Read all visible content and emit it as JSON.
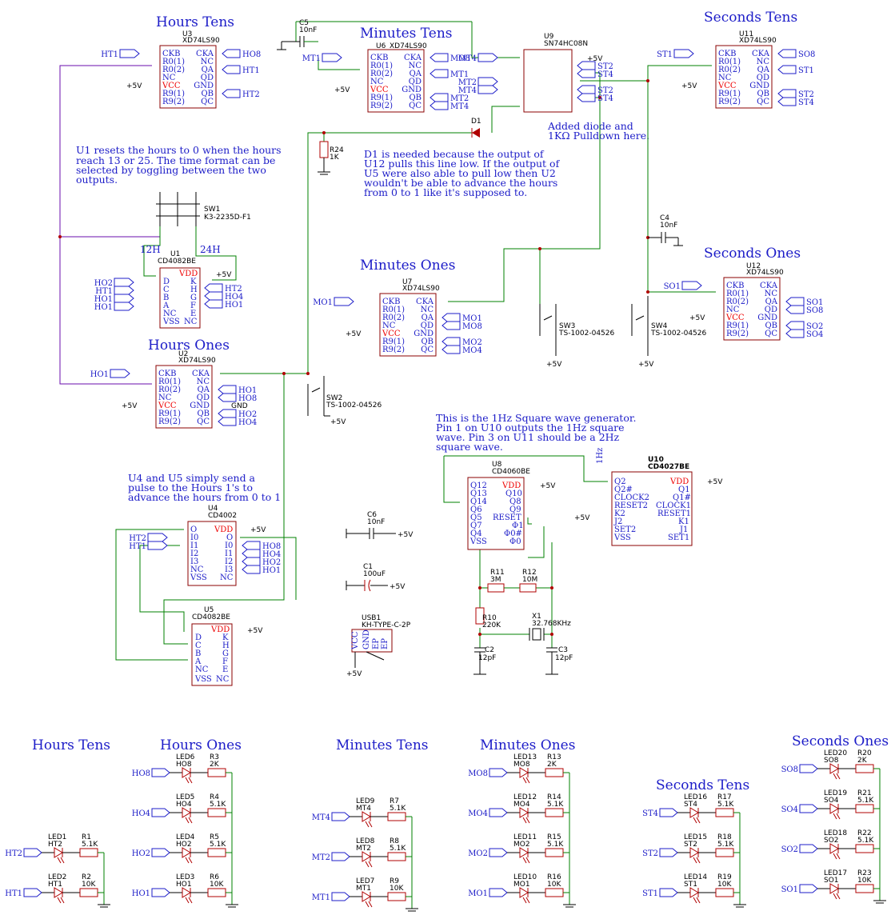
{
  "titles": {
    "hours_tens": "Hours Tens",
    "minutes_tens": "Minutes Tens",
    "seconds_tens": "Seconds Tens",
    "minutes_ones": "Minutes Ones",
    "seconds_ones": "Seconds Ones",
    "hours_ones": "Hours Ones"
  },
  "bottom_titles": {
    "hours_tens": "Hours Tens",
    "hours_ones": "Hours Ones",
    "minutes_tens": "Minutes Tens",
    "minutes_ones": "Minutes Ones",
    "seconds_tens": "Seconds Tens",
    "seconds_ones": "Seconds Ones"
  },
  "notes": {
    "u1_reset": [
      "U1 resets the hours to 0 when the hours",
      "reach 13 or 25. The time format can be",
      "selected by toggling between the two",
      "outputs."
    ],
    "d1_needed": [
      "D1 is needed because the output of",
      "U12 pulls this line low. If the output of",
      "U5 were also able to pull low then U2",
      "wouldn't be able to advance the hours",
      "from 0 to 1 like it's supposed to."
    ],
    "diode_added": [
      "Added diode and",
      "1KΩ Pulldown here."
    ],
    "u4_u5": [
      "U4 and U5 simply send a",
      "pulse to the Hours 1's to",
      "advance the hours from 0 to 1"
    ],
    "square_wave": [
      "This is the 1Hz Square wave generator.",
      "Pin 1 on U10 outputs the 1Hz square",
      "wave. Pin 3 on U11 should be a 2Hz",
      "square wave."
    ]
  },
  "chips": {
    "u3": {
      "ref": "U3",
      "part": "XD74LS90"
    },
    "u6": {
      "ref": "U6",
      "part": "XD74LS90"
    },
    "u9": {
      "ref": "U9",
      "part": "SN74HC08N"
    },
    "u11": {
      "ref": "U11",
      "part": "XD74LS90"
    },
    "u1": {
      "ref": "U1",
      "part": "CD4082BE"
    },
    "u7": {
      "ref": "U7",
      "part": "XD74LS90"
    },
    "u12": {
      "ref": "U12",
      "part": "XD74LS90"
    },
    "u2": {
      "ref": "U2",
      "part": "XD74LS90"
    },
    "u4": {
      "ref": "U4",
      "part": "CD4002"
    },
    "u5": {
      "ref": "U5",
      "part": "CD4082BE"
    },
    "u8": {
      "ref": "U8",
      "part": "CD4060BE"
    },
    "u10": {
      "ref": "U10",
      "part": "CD4027BE"
    }
  },
  "ls90_pins": {
    "left": [
      "CKB",
      "R0(1)",
      "R0(2)",
      "NC",
      "VCC",
      "R9(1)",
      "R9(2)"
    ],
    "right": [
      "CKA",
      "NC",
      "QA",
      "QD",
      "GND",
      "QB",
      "QC"
    ]
  },
  "parts": {
    "sw1": {
      "ref": "SW1",
      "part": "K3-2235D-F1"
    },
    "sw2": {
      "ref": "SW2",
      "part": "TS-1002-04526"
    },
    "sw3": {
      "ref": "SW3",
      "part": "TS-1002-04526"
    },
    "sw4": {
      "ref": "SW4",
      "part": "TS-1002-04526"
    },
    "d1": {
      "ref": "D1"
    },
    "r24": {
      "ref": "R24",
      "value": "1K"
    },
    "c5": {
      "ref": "C5",
      "value": "10nF"
    },
    "c4": {
      "ref": "C4",
      "value": "10nF"
    },
    "c6": {
      "ref": "C6",
      "value": "10nF"
    },
    "c1": {
      "ref": "C1",
      "value": "100uF"
    },
    "usb1": {
      "ref": "USB1",
      "part": "KH-TYPE-C-2P"
    },
    "r11": {
      "ref": "R11",
      "value": "3M"
    },
    "r12": {
      "ref": "R12",
      "value": "10M"
    },
    "r10": {
      "ref": "R10",
      "value": "220K"
    },
    "x1": {
      "ref": "X1",
      "value": "32.768KHz"
    },
    "c2": {
      "ref": "C2",
      "value": "12pF"
    },
    "c3": {
      "ref": "C3",
      "value": "12pF"
    }
  },
  "labels": {
    "twelve_h": "12H",
    "twentyfour_h": "24H",
    "plus5v": "+5V",
    "one_hz": "1Hz",
    "gnd": "GND"
  },
  "leds": [
    {
      "led": "LED1",
      "name": "HT2",
      "res": "R1",
      "val": "5.1K"
    },
    {
      "led": "LED2",
      "name": "HT1",
      "res": "R2",
      "val": "10K"
    },
    {
      "led": "LED6",
      "name": "HO8",
      "res": "R3",
      "val": "2K"
    },
    {
      "led": "LED5",
      "name": "HO4",
      "res": "R4",
      "val": "5.1K"
    },
    {
      "led": "LED4",
      "name": "HO2",
      "res": "R5",
      "val": "5.1K"
    },
    {
      "led": "LED3",
      "name": "HO1",
      "res": "R6",
      "val": "10K"
    },
    {
      "led": "LED9",
      "name": "MT4",
      "res": "R7",
      "val": "5.1K"
    },
    {
      "led": "LED8",
      "name": "MT2",
      "res": "R8",
      "val": "5.1K"
    },
    {
      "led": "LED7",
      "name": "MT1",
      "res": "R9",
      "val": "10K"
    },
    {
      "led": "LED13",
      "name": "MO8",
      "res": "R13",
      "val": "2K"
    },
    {
      "led": "LED12",
      "name": "MO4",
      "res": "R14",
      "val": "5.1K"
    },
    {
      "led": "LED11",
      "name": "MO2",
      "res": "R15",
      "val": "5.1K"
    },
    {
      "led": "LED10",
      "name": "MO1",
      "res": "R16",
      "val": "10K"
    },
    {
      "led": "LED16",
      "name": "ST4",
      "res": "R17",
      "val": "5.1K"
    },
    {
      "led": "LED15",
      "name": "ST2",
      "res": "R18",
      "val": "5.1K"
    },
    {
      "led": "LED14",
      "name": "ST1",
      "res": "R19",
      "val": "10K"
    },
    {
      "led": "LED20",
      "name": "SO8",
      "res": "R20",
      "val": "2K"
    },
    {
      "led": "LED19",
      "name": "SO4",
      "res": "R21",
      "val": "5.1K"
    },
    {
      "led": "LED18",
      "name": "SO2",
      "res": "R22",
      "val": "5.1K"
    },
    {
      "led": "LED17",
      "name": "SO1",
      "res": "R23",
      "val": "10K"
    }
  ],
  "colors": {
    "text_blue": "#1c1cc8",
    "wire_green": "#008000",
    "part_red": "#b00000",
    "net_purple": "#6a0dad"
  }
}
